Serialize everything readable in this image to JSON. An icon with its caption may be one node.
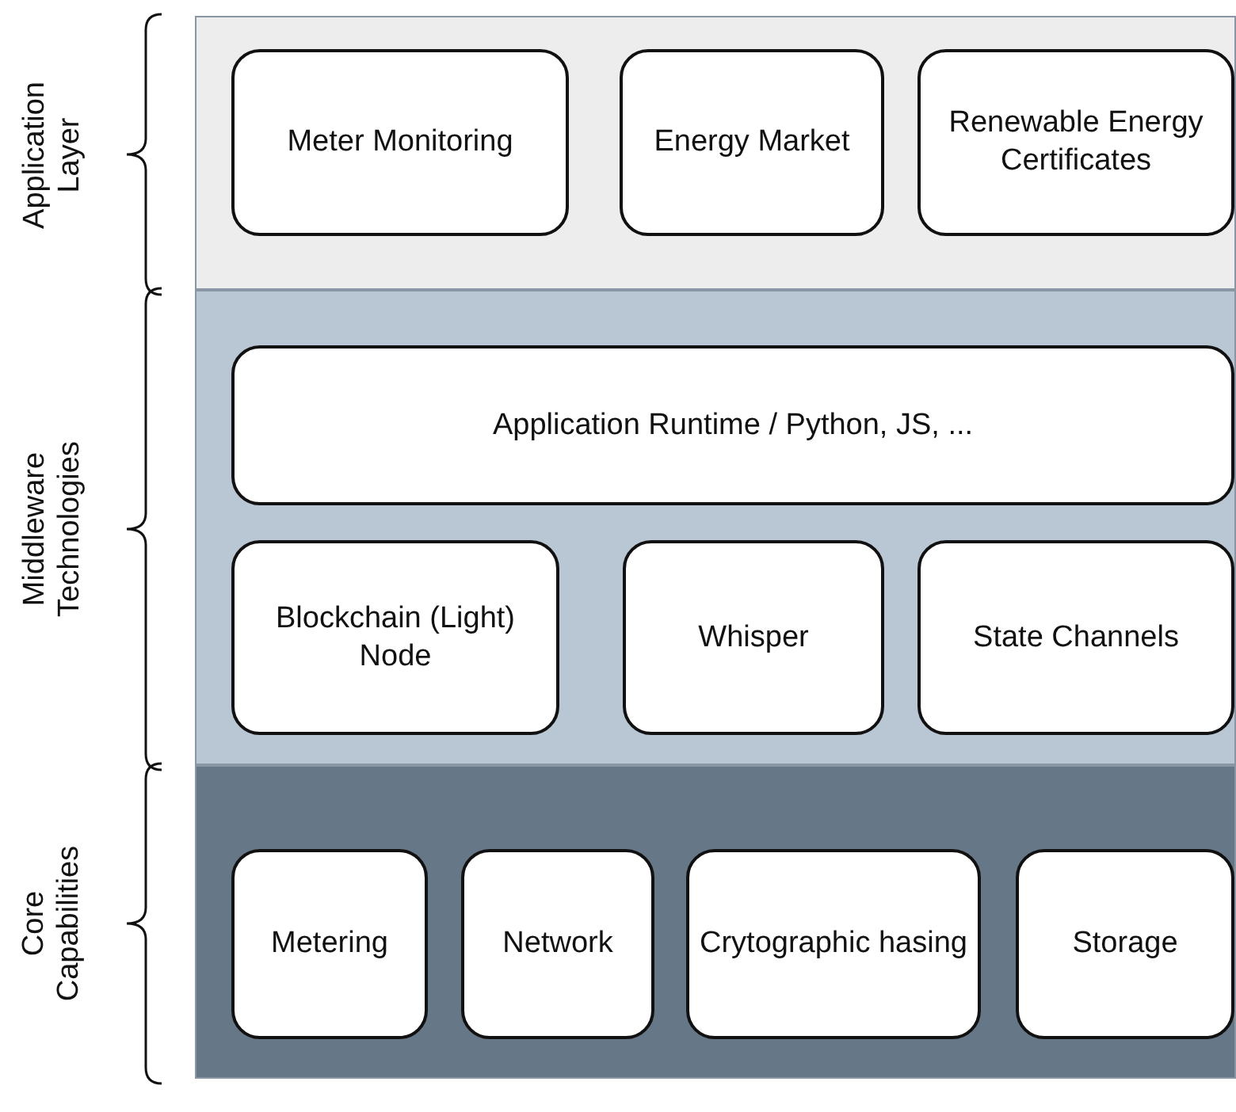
{
  "diagram": {
    "nodes": [
      {
        "text": [
          "Application Layer"
        ]
      },
      {
        "text": [
          "Meter Monitoring"
        ],
        "in": 0
      },
      {
        "text": [
          "Energy Market"
        ],
        "in": 0
      },
      {
        "text": [
          "Renewable Energy Certificates"
        ],
        "in": 0
      },
      {
        "text": [
          "Middleware Technologies"
        ]
      },
      {
        "text": [
          "Application Runtime / Python, JS, ..."
        ],
        "in": 4
      },
      {
        "text": [
          "Blockchain (Light) Node"
        ],
        "in": 4
      },
      {
        "text": [
          "Whisper"
        ],
        "in": 4
      },
      {
        "text": [
          "State Channels"
        ],
        "in": 4
      },
      {
        "text": [
          "Core Capabilities"
        ]
      },
      {
        "text": [
          "Metering"
        ],
        "in": 9
      },
      {
        "text": [
          "Network"
        ],
        "in": 9
      },
      {
        "text": [
          "Crytographic hasing"
        ],
        "in": 9
      },
      {
        "text": [
          "Storage"
        ],
        "in": 9
      }
    ]
  }
}
